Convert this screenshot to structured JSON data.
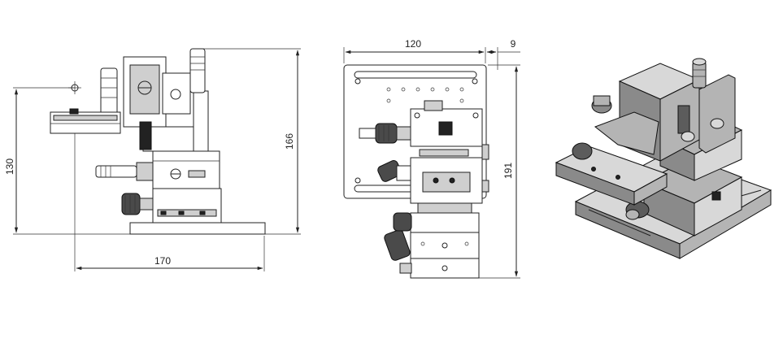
{
  "dimensions": {
    "side_height": "130",
    "total_height": "166",
    "base_width": "170",
    "front_width": "120",
    "front_offset": "9",
    "front_height": "191"
  },
  "colors": {
    "line": "#222222",
    "shade_light": "#d8d8d8",
    "shade_mid": "#b4b4b4",
    "shade_dark": "#5c5c5c"
  }
}
